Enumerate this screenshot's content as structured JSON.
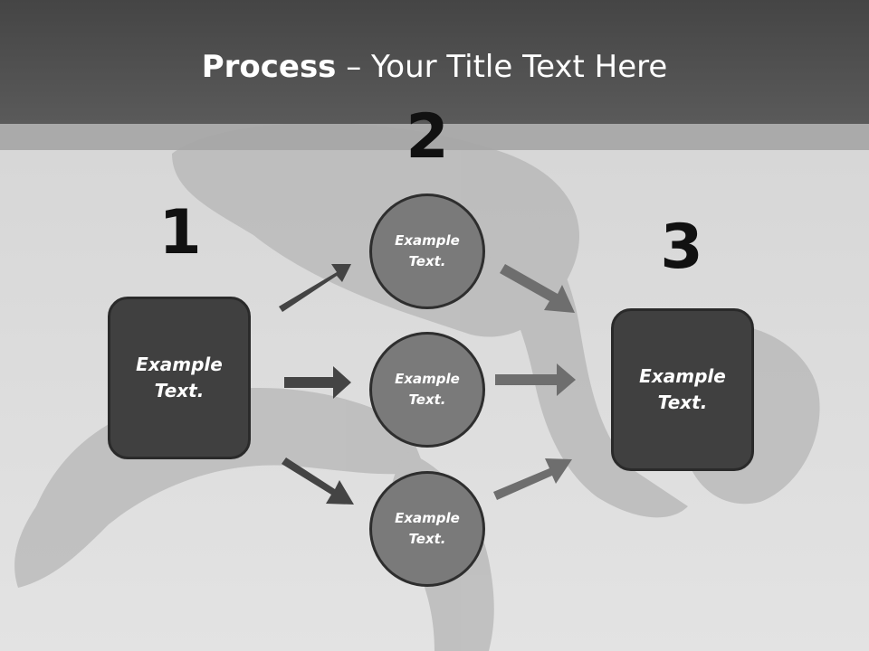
{
  "title": {
    "bold": "Process",
    "rest": " – Your Title Text Here"
  },
  "steps": [
    {
      "number": "1",
      "label": "Example Text."
    },
    {
      "number": "2",
      "labels": [
        "Example Text.",
        "Example Text.",
        "Example Text."
      ]
    },
    {
      "number": "3",
      "label": "Example Text."
    }
  ],
  "colors": {
    "header": "#4f4f4f",
    "box_fill": "#404040",
    "circle_fill": "#7a7a7a",
    "arrow_dark": "#444444",
    "arrow_light": "#6e6e6e"
  }
}
